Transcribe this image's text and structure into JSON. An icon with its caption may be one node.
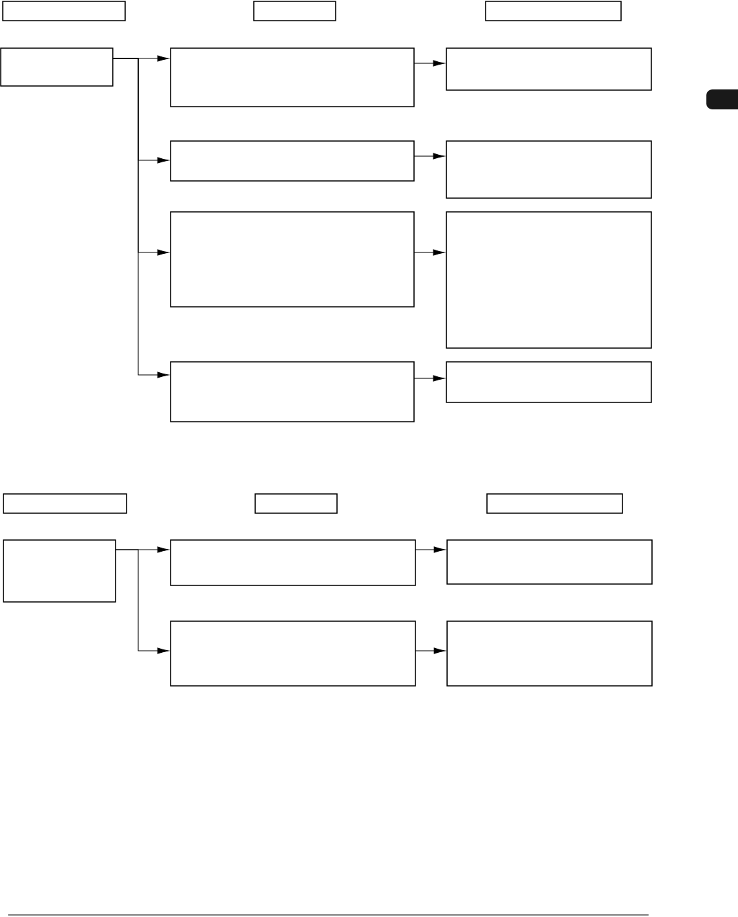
{
  "diagram": {
    "nodes": [
      {
        "text": [],
        "shape": "box"
      },
      {
        "text": [],
        "shape": "box"
      },
      {
        "text": [],
        "shape": "box"
      },
      {
        "text": [],
        "shape": "box"
      },
      {
        "text": [],
        "shape": "box"
      },
      {
        "text": [],
        "shape": "box"
      },
      {
        "text": [],
        "shape": "box"
      },
      {
        "text": [],
        "shape": "box"
      },
      {
        "text": [],
        "shape": "box"
      },
      {
        "text": [],
        "shape": "box"
      },
      {
        "text": [],
        "shape": "box"
      },
      {
        "text": [],
        "shape": "box"
      },
      {
        "text": [],
        "shape": "box"
      },
      {
        "text": [],
        "shape": "box"
      },
      {
        "text": [],
        "shape": "box"
      },
      {
        "text": [],
        "shape": "box"
      },
      {
        "text": [],
        "shape": "box"
      },
      {
        "text": [],
        "shape": "box"
      },
      {
        "text": [],
        "shape": "box"
      },
      {
        "text": [],
        "shape": "box"
      }
    ],
    "edges": [
      {
        "from": 3,
        "to": 4,
        "arrow": "to"
      },
      {
        "from": 3,
        "to": 6,
        "arrow": "to"
      },
      {
        "from": 3,
        "to": 8,
        "arrow": "to"
      },
      {
        "from": 3,
        "to": 10,
        "arrow": "to"
      },
      {
        "from": 4,
        "to": 5,
        "arrow": "to"
      },
      {
        "from": 6,
        "to": 7,
        "arrow": "to"
      },
      {
        "from": 8,
        "to": 9,
        "arrow": "to"
      },
      {
        "from": 10,
        "to": 11,
        "arrow": "to"
      },
      {
        "from": 15,
        "to": 16,
        "arrow": "to"
      },
      {
        "from": 15,
        "to": 18,
        "arrow": "to"
      },
      {
        "from": 16,
        "to": 17,
        "arrow": "to"
      },
      {
        "from": 18,
        "to": 19,
        "arrow": "to"
      }
    ]
  }
}
